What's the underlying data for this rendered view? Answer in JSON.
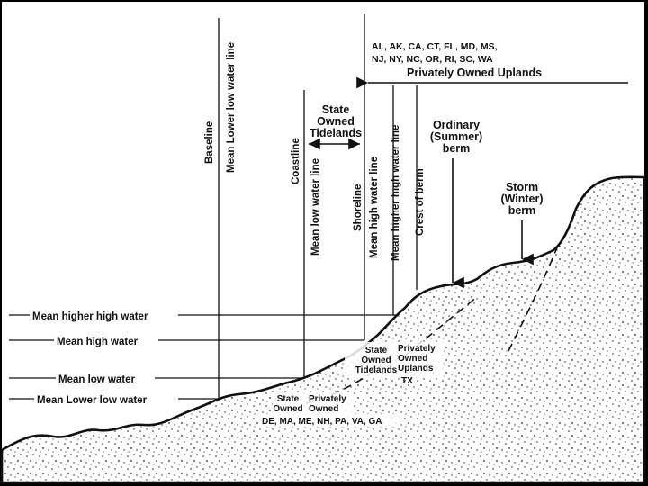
{
  "top_states": {
    "line1": "AL, AK, CA, CT, FL, MD, MS,",
    "line2": "NJ, NY, NC, OR, RI, SC, WA"
  },
  "privately_owned_uplands_header": "Privately Owned Uplands",
  "state_owned_tidelands_header": {
    "line1": "State",
    "line2": "Owned",
    "line3": "Tidelands"
  },
  "vertical_labels": {
    "baseline": "Baseline",
    "mean_lower_low_water_line": "Mean Lower low water line",
    "coastline": "Coastline",
    "mean_low_water_line": "Mean low water line",
    "shoreline": "Shoreline",
    "mean_high_water_line": "Mean high water line",
    "mean_higher_high_water_line": "Mean higher high water line",
    "crest_of_berm": "Crest of berm"
  },
  "berms": {
    "ordinary": {
      "line1": "Ordinary",
      "line2": "(Summer)",
      "line3": "berm"
    },
    "storm": {
      "line1": "Storm",
      "line2": "(Winter)",
      "line3": "berm"
    }
  },
  "water_levels": {
    "mean_higher_high_water": "Mean higher high water",
    "mean_high_water": "Mean high water",
    "mean_low_water": "Mean low water",
    "mean_lower_low_water": "Mean Lower low water"
  },
  "inner_labels": {
    "state_owned_tidelands": {
      "line1": "State",
      "line2": "Owned",
      "line3": "Tidelands"
    },
    "privately_owned_uplands": {
      "line1": "Privately",
      "line2": "Owned",
      "line3": "Uplands"
    },
    "tx": "TX",
    "state_owned": {
      "line1": "State",
      "line2": "Owned"
    },
    "privately_owned": {
      "line1": "Privately",
      "line2": "Owned"
    }
  },
  "bottom_states": "DE, MA, ME, NH, PA, VA, GA",
  "colors": {
    "frame": "#000000",
    "panel": "#ffffff",
    "ink": "#111111"
  }
}
